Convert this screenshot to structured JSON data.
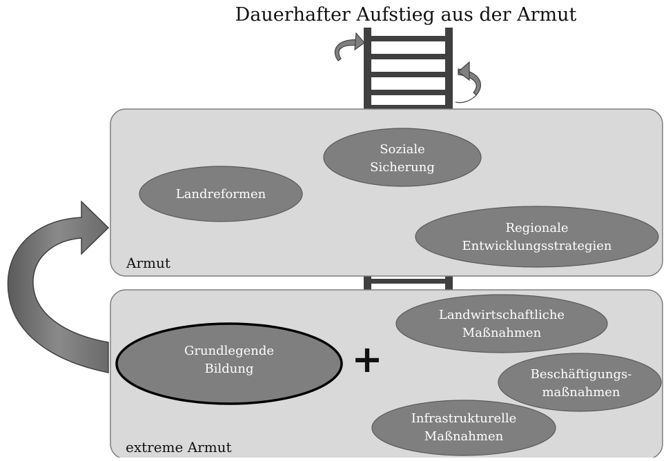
{
  "title": "Dauerhafter Aufstieg aus der Armut",
  "colors": {
    "panel_fill": "#d9d9d9",
    "panel_stroke": "#7f7f7f",
    "oval_fill": "#7f7f7f",
    "oval_stroke": "#595959",
    "ladder": "#404040",
    "arrow_fill": "#7f7f7f"
  },
  "upper_panel": {
    "label": "Armut",
    "ovals": {
      "landreformen": [
        "Landreformen"
      ],
      "soziale_sicherung": [
        "Soziale",
        "Sicherung"
      ],
      "regionale": [
        "Regionale",
        "Entwicklungsstrategien"
      ]
    }
  },
  "lower_panel": {
    "label": "extreme Armut",
    "ovals": {
      "bildung": [
        "Grundlegende",
        "Bildung"
      ],
      "landwirtschaft": [
        "Landwirtschaftliche",
        "Maßnahmen"
      ],
      "beschaeftigung": [
        "Beschäftigungs-",
        "maßnahmen"
      ],
      "infrastruktur": [
        "Infrastrukturelle",
        "Maßnahmen"
      ]
    }
  },
  "plus_sign": "+"
}
